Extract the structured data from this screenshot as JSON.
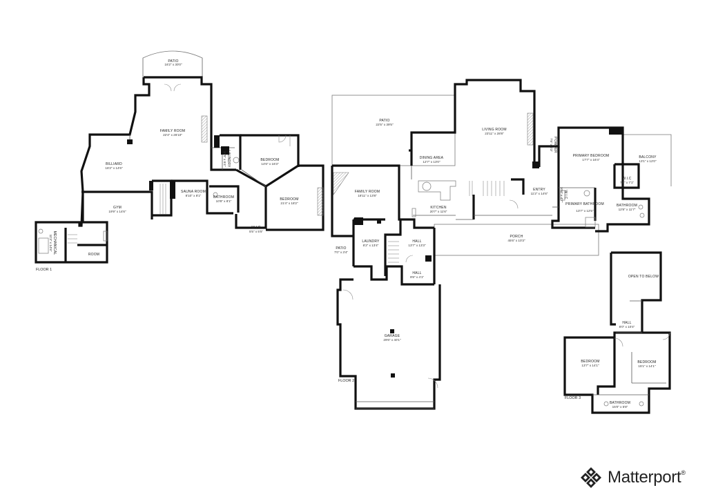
{
  "floors": [
    {
      "label": "FLOOR 1",
      "rooms": [
        {
          "name": "PATIO",
          "dims": "16'2\" x 30'0\""
        },
        {
          "name": "FAMILY ROOM",
          "dims": "22'4\" x 26'10\""
        },
        {
          "name": "BILLIARD",
          "dims": "16'2\" x 14'6\""
        },
        {
          "name": "GYM",
          "dims": "19'9\" x 14'6\""
        },
        {
          "name": "SAUNA ROOM",
          "dims": "8'10\" x 8'1\""
        },
        {
          "name": "BATHROOM",
          "dims": "10'8\" x 8'1\""
        },
        {
          "name": "BEDROOM",
          "dims": "14'6\" x 16'3\""
        },
        {
          "name": "BEDROOM",
          "dims": "21'4\" x 18'2\""
        },
        {
          "name": "W.I.C",
          "dims": "5'5\" x 5'5\""
        },
        {
          "name": "LAUNDRY",
          "dims": "10'8\" x 6'4\""
        },
        {
          "name": "MECHANICAL",
          "dims": "11'3\" x 14'6\""
        },
        {
          "name": "ROOM",
          "dims": ""
        }
      ]
    },
    {
      "label": "FLOOR 2",
      "rooms": [
        {
          "name": "PATIO",
          "dims": "22'5\" x 39'5\""
        },
        {
          "name": "LIVING ROOM",
          "dims": "23'11\" x 28'8\""
        },
        {
          "name": "DINING AREA",
          "dims": "12'7\" x 13'0\""
        },
        {
          "name": "FAMILY ROOM",
          "dims": "18'11\" x 13'8\""
        },
        {
          "name": "KITCHEN",
          "dims": "20'7\" x 11'6\""
        },
        {
          "name": "ENTRY",
          "dims": "11'2\" x 14'6\""
        },
        {
          "name": "PRIMARY BEDROOM",
          "dims": "17'7\" x 16'4\""
        },
        {
          "name": "BALCONY",
          "dims": "13'1\" x 12'0\""
        },
        {
          "name": "W.I.C",
          "dims": "7'8\" x 7'1\""
        },
        {
          "name": "PRIMARY BATHROOM",
          "dims": "13'7\" x 12'5\""
        },
        {
          "name": "BATHROOM",
          "dims": "12'8\" x 11'7\""
        },
        {
          "name": "W.I.C",
          "dims": "10'4\" x 4'7\""
        },
        {
          "name": "POWDER",
          "dims": "7'8\" x 4'3\""
        },
        {
          "name": "PORCH",
          "dims": "45'6\" x 10'3\""
        },
        {
          "name": "LAUNDRY",
          "dims": "8'2\" x 13'4\""
        },
        {
          "name": "HALL",
          "dims": "13'7\" x 13'3\""
        },
        {
          "name": "PATIO",
          "dims": "7'0\" x 3'4\""
        },
        {
          "name": "HALL",
          "dims": "9'8\" x 4'1\""
        },
        {
          "name": "GARAGE",
          "dims": "29'6\" x 40'1\""
        }
      ]
    },
    {
      "label": "FLOOR 3",
      "rooms": [
        {
          "name": "OPEN TO BELOW",
          "dims": ""
        },
        {
          "name": "HALL",
          "dims": "8'0\" x 10'4\""
        },
        {
          "name": "BEDROOM",
          "dims": "13'7\" x 14'1\""
        },
        {
          "name": "BEDROOM",
          "dims": "15'1\" x 14'1\""
        },
        {
          "name": "BATHROOM",
          "dims": "15'0\" x 5'8\""
        }
      ]
    }
  ],
  "brand": {
    "name": "Matterport",
    "mark": "®"
  }
}
